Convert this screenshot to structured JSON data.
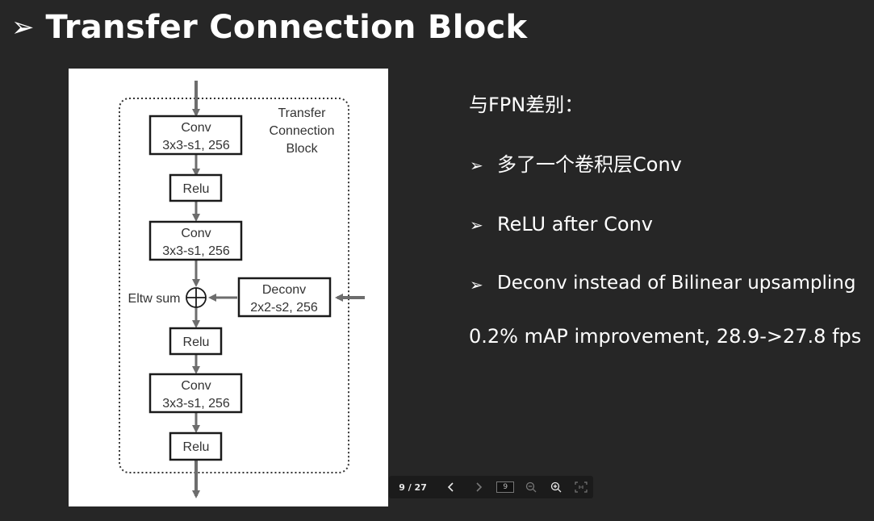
{
  "slide": {
    "title_bullet": "➢",
    "title": "Transfer Connection Block"
  },
  "diagram": {
    "block_label": [
      "Transfer",
      "Connection",
      "Block"
    ],
    "conv1": [
      "Conv",
      "3x3-s1, 256"
    ],
    "relu1": "Relu",
    "conv2": [
      "Conv",
      "3x3-s1, 256"
    ],
    "eltw_label": "Eltw sum",
    "deconv": [
      "Deconv",
      "2x2-s2, 256"
    ],
    "relu2": "Relu",
    "conv3": [
      "Conv",
      "3x3-s1, 256"
    ],
    "relu3": "Relu"
  },
  "notes": {
    "heading": "与FPN差别：",
    "bullet_glyph": "➢",
    "items": [
      "多了一个卷积层Conv",
      "ReLU after Conv",
      "Deconv instead of Bilinear upsampling"
    ],
    "summary": "0.2% mAP improvement, 28.9->27.8 fps"
  },
  "toolbar": {
    "page_counter": "9 / 27",
    "page_input_value": "9",
    "icons": [
      "chevron-left-icon",
      "chevron-right-icon",
      "zoom-out-icon",
      "zoom-in-icon",
      "fit-page-icon"
    ]
  }
}
